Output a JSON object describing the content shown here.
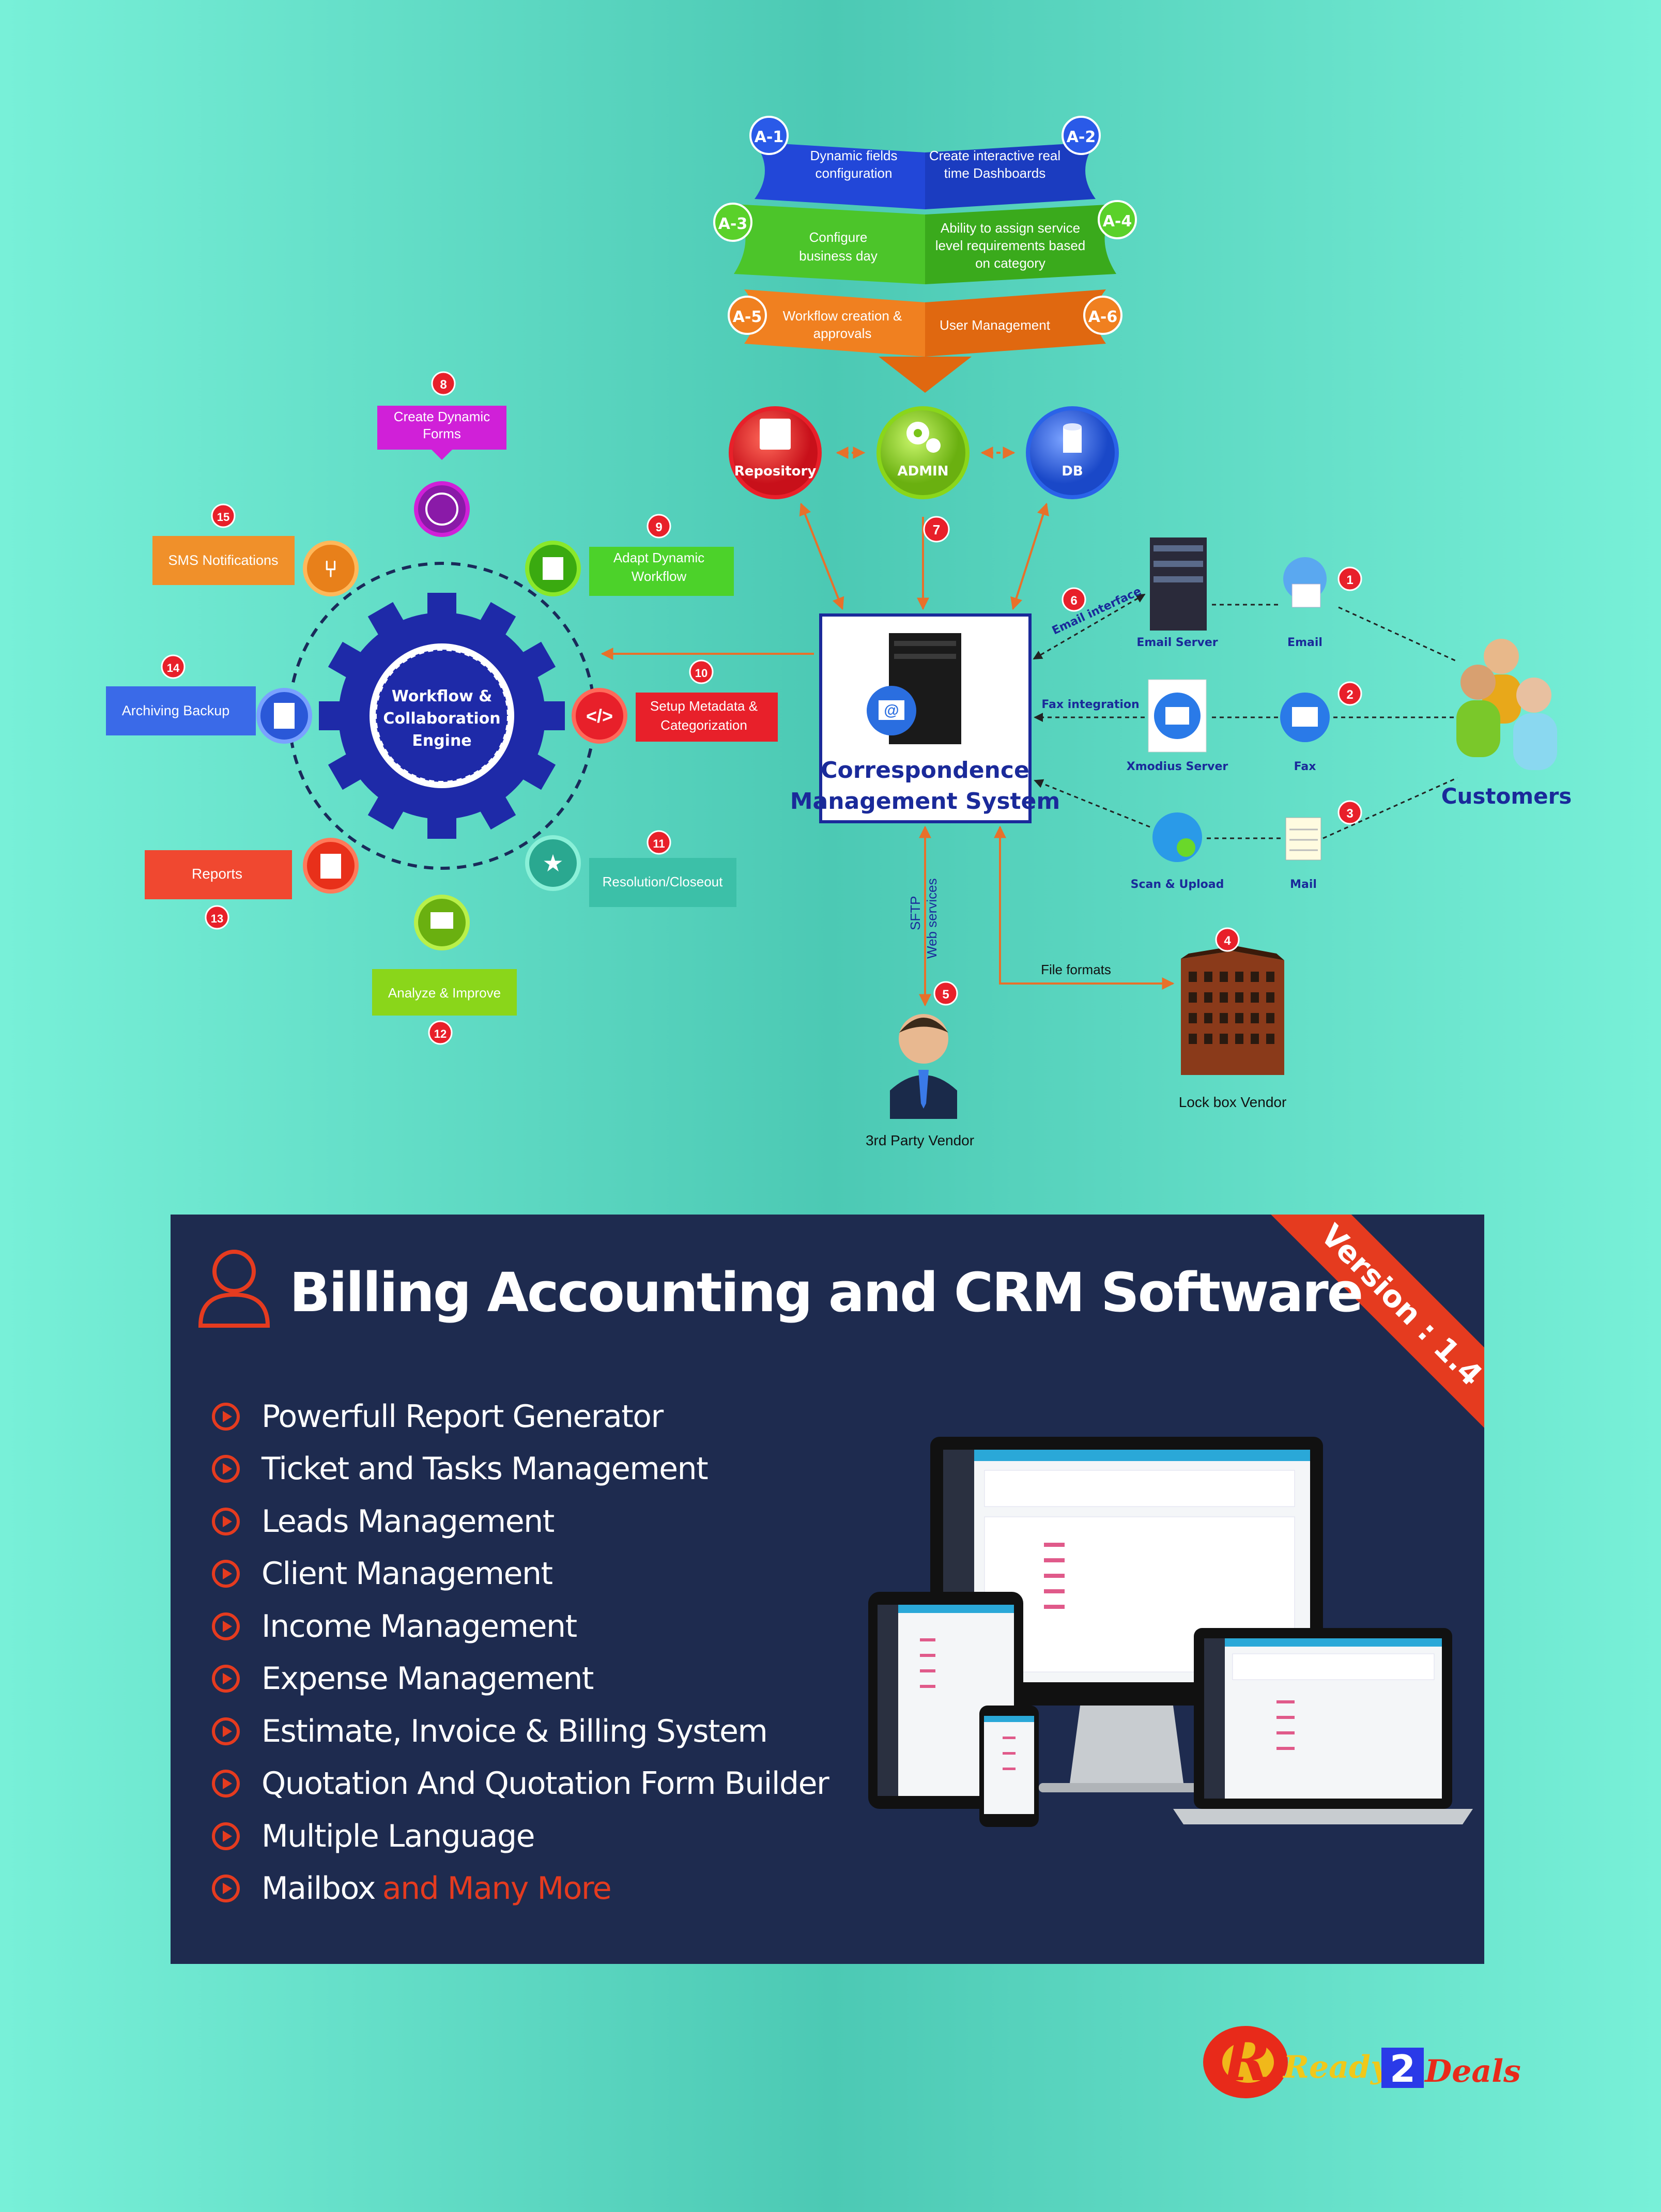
{
  "admin_panels": {
    "tags": [
      "A-1",
      "A-2",
      "A-3",
      "A-4",
      "A-5",
      "A-6"
    ],
    "a1": [
      "Dynamic fields",
      "configuration"
    ],
    "a2": [
      "Create interactive real",
      "time Dashboards"
    ],
    "a3": [
      "Configure",
      "business day"
    ],
    "a4": [
      "Ability to assign service",
      "level requirements based",
      "on category"
    ],
    "a5": [
      "Workflow creation &",
      "approvals"
    ],
    "a6": [
      "User Management"
    ]
  },
  "hubs": {
    "repository": "Repository",
    "admin": "ADMIN",
    "db": "DB"
  },
  "cms": {
    "title_line1": "Correspondence",
    "title_line2": "Management System"
  },
  "engine": {
    "line1": "Workflow &",
    "line2": "Collaboration",
    "line3": "Engine"
  },
  "workflow_nodes": {
    "n8": {
      "num": "8",
      "label": [
        "Create Dynamic",
        "Forms"
      ]
    },
    "n9": {
      "num": "9",
      "label": [
        "Adapt Dynamic",
        "Workflow"
      ]
    },
    "n10": {
      "num": "10",
      "label": [
        "Setup Metadata &",
        "Categorization"
      ]
    },
    "n11": {
      "num": "11",
      "label": [
        "Resolution/Closeout"
      ]
    },
    "n12": {
      "num": "12",
      "label": [
        "Analyze & Improve"
      ]
    },
    "n13": {
      "num": "13",
      "label": [
        "Reports"
      ]
    },
    "n14": {
      "num": "14",
      "label": [
        "Archiving Backup"
      ]
    },
    "n15": {
      "num": "15",
      "label": [
        "SMS Notifications"
      ]
    }
  },
  "channels": {
    "email_server": "Email Server",
    "email": "Email",
    "xmodius": "Xmodius Server",
    "fax": "Fax",
    "scan": "Scan & Upload",
    "mail": "Mail",
    "customers": "Customers",
    "email_interface": "Email interface",
    "fax_integration": "Fax integration",
    "file_formats": "File formats",
    "sftp": "SFTP",
    "web_services": "Web services",
    "third_party": "3rd Party Vendor",
    "lockbox": "Lock box Vendor",
    "nums": {
      "n1": "1",
      "n2": "2",
      "n3": "3",
      "n4": "4",
      "n5": "5",
      "n6": "6",
      "n7": "7"
    }
  },
  "promo": {
    "title": "Billing Accounting and CRM Software",
    "version": "Version : 1.4",
    "features": [
      "Powerfull Report Generator",
      "Ticket and Tasks Management",
      "Leads Management",
      "Client Management",
      "Income Management",
      "Expense Management",
      "Estimate, Invoice & Billing System",
      "Quotation And Quotation Form Builder",
      "Multiple Language",
      "Mailbox"
    ],
    "features_tail": "and Many More"
  },
  "logo": {
    "text_ready": "Ready",
    "text_2": "2",
    "text_deals": "Deals"
  },
  "colors": {
    "accent_red": "#e53b1f",
    "promo_bg": "#1e2b4f",
    "hub_red": "#e8202a",
    "hub_green": "#8ad61a",
    "hub_blue": "#2a63e8",
    "engine_blue": "#1e2aa8"
  }
}
